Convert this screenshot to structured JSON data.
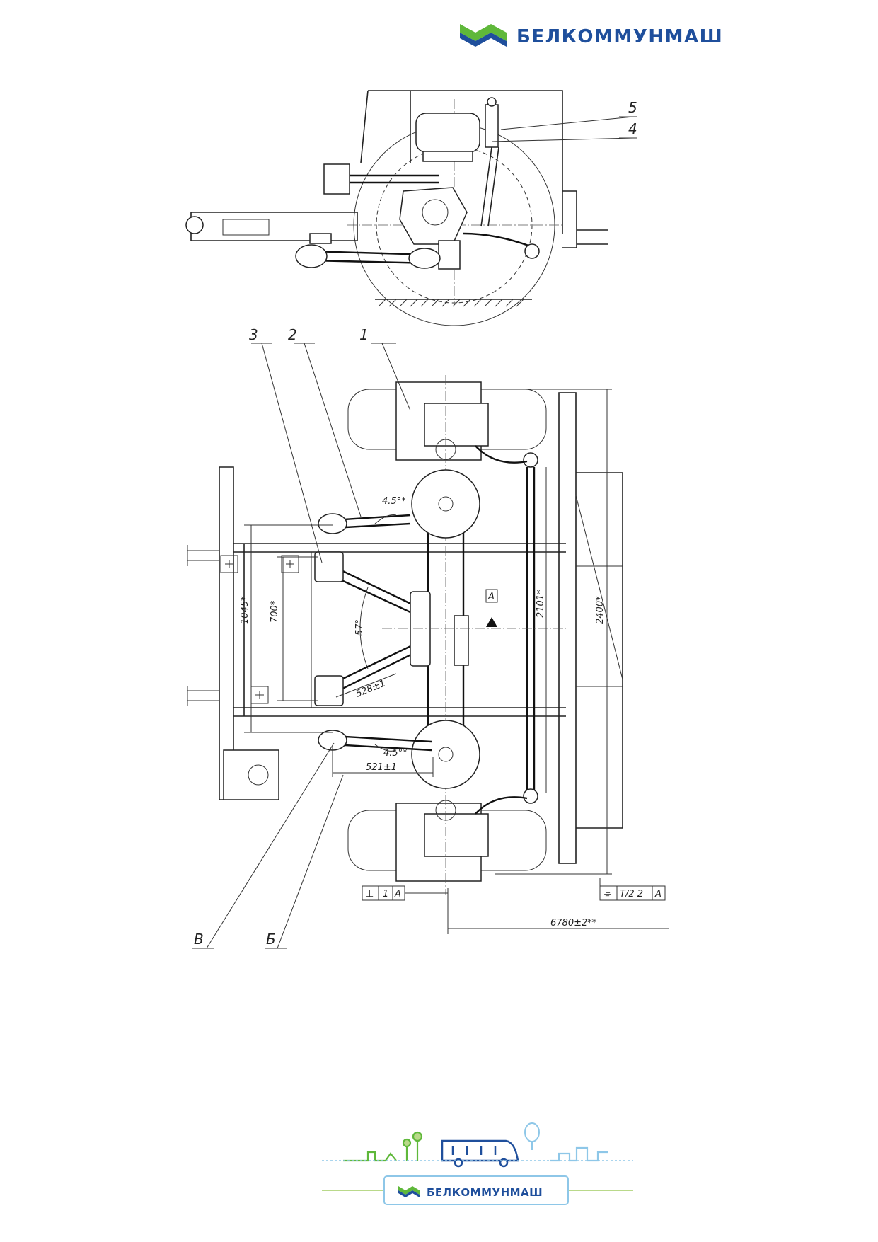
{
  "brand": {
    "name": "БЕЛКОММУНМАШ",
    "colors": {
      "green": "#5fb83a",
      "blue": "#1f4f9c",
      "light_blue": "#8ec7e8",
      "light_green": "#b9d98a"
    }
  },
  "callouts": [
    "1",
    "2",
    "3",
    "4",
    "5",
    "В",
    "Б"
  ],
  "dimensions": {
    "angle_top": "4.5°*",
    "angle_bottom": "4.5°*",
    "angle_v": "57°",
    "d1045": "1045*",
    "d700": "700*",
    "d2101": "2101*",
    "d2400": "2400*",
    "d528": "528±1",
    "d521": "521±1",
    "d6780": "6780±2**"
  },
  "datum": "A",
  "tolerance_frames": {
    "perp": {
      "symbol": "⊥",
      "value": "1",
      "datum": "A"
    },
    "sym": {
      "symbol": "⌯",
      "value": "T/2 2",
      "datum": "A"
    }
  }
}
